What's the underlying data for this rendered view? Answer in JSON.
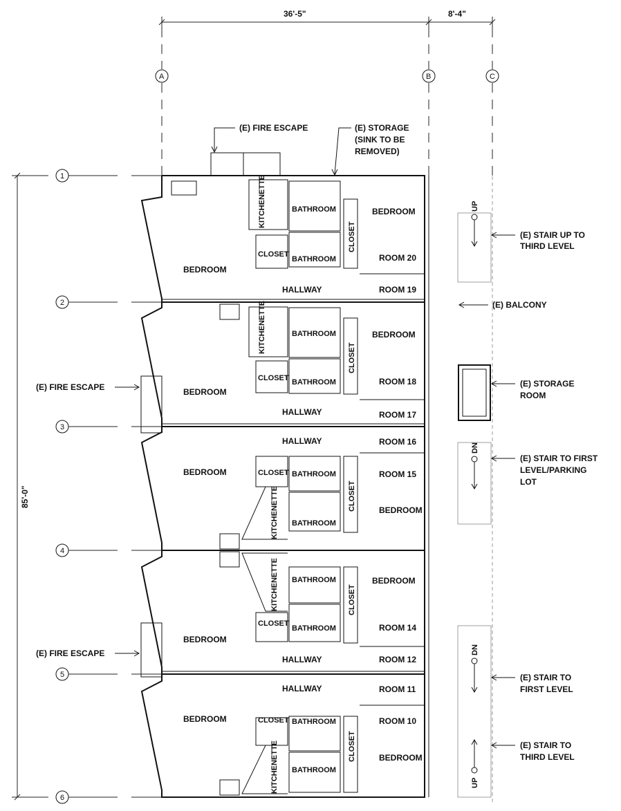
{
  "dimensions": {
    "width_ab": "36'-5\"",
    "width_bc": "8'-4\"",
    "height": "85'-0\""
  },
  "grid_columns": [
    "A",
    "B",
    "C"
  ],
  "grid_rows": [
    "1",
    "2",
    "3",
    "4",
    "5",
    "6"
  ],
  "callouts": {
    "fire_escape_top": "(E) FIRE ESCAPE",
    "storage_1": "(E) STORAGE",
    "storage_2": "(SINK TO BE",
    "storage_3": "REMOVED)",
    "fire_escape_mid": "(E) FIRE ESCAPE",
    "fire_escape_low": "(E) FIRE ESCAPE",
    "stair_up_1": "(E) STAIR UP TO",
    "stair_up_2": "THIRD LEVEL",
    "balcony": "(E) BALCONY",
    "storage_room_1": "(E) STORAGE",
    "storage_room_2": "ROOM",
    "stair_first_1": "(E) STAIR TO FIRST",
    "stair_first_2": "LEVEL/PARKING",
    "stair_first_3": "LOT",
    "stair_to_1": "(E) STAIR TO",
    "stair_to_2": "FIRST LEVEL",
    "stair_third_1": "(E) STAIR TO",
    "stair_third_2": "THIRD LEVEL"
  },
  "stair_labels": {
    "up": "UP",
    "dn": "DN"
  },
  "labels": {
    "bedroom": "BEDROOM",
    "bathroom": "BATHROOM",
    "closet": "CLOSET",
    "kitchenette": "KITCHENETTE",
    "hallway": "HALLWAY"
  },
  "rooms": {
    "r20": "ROOM 20",
    "r19": "ROOM 19",
    "r18": "ROOM 18",
    "r17": "ROOM 17",
    "r16": "ROOM 16",
    "r15": "ROOM 15",
    "r14": "ROOM 14",
    "r12": "ROOM 12",
    "r11": "ROOM 11",
    "r10": "ROOM 10"
  }
}
